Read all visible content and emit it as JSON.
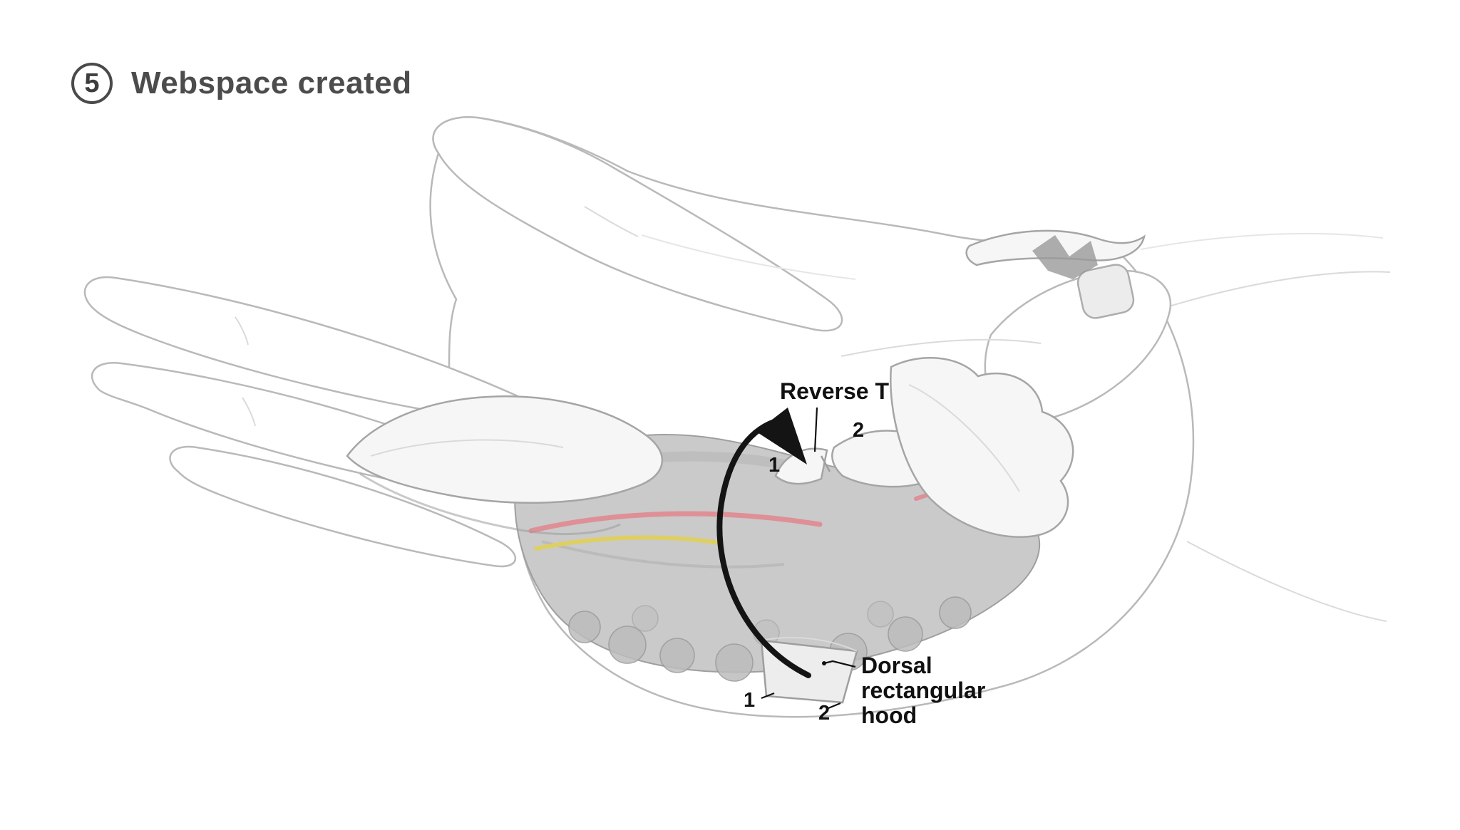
{
  "header": {
    "step_number": "5",
    "title": "Webspace created"
  },
  "figure": {
    "subject": "hand-illustration-first-webspace-opened",
    "annotations": {
      "reverse_t": {
        "label": "Reverse T",
        "marker_1": "1",
        "marker_2": "2"
      },
      "dorsal_hood": {
        "lines": [
          "Dorsal",
          "rectangular",
          "hood"
        ],
        "marker_1": "1",
        "marker_2": "2"
      }
    },
    "colors": {
      "sketch_line": "#b9b9b9",
      "wound_fill": "#cacaca",
      "flap_fill": "#f6f6f6",
      "artery": "#de9096",
      "nerve": "#decf63",
      "arrow": "#141414",
      "label_text": "#111111",
      "header_text": "#4c4c4c"
    }
  }
}
